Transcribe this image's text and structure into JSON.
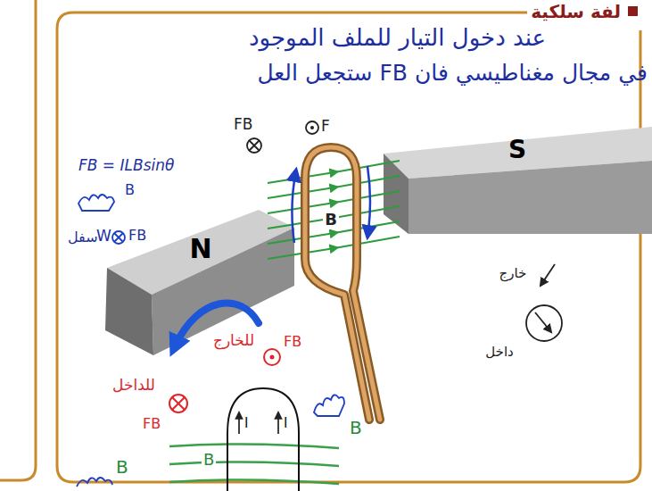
{
  "diagram": {
    "title": "لفة سلكية",
    "labels": [
      "عند دخول التيار للملف الموجود",
      "في مجال مغناطيسي فان FB ستجعل العل",
      "FB = ILBsinθ",
      "B",
      "سفل",
      "W",
      "FB",
      "FB",
      "F",
      "S",
      "N",
      "B",
      "خارج",
      "داخل",
      "للخارج",
      "FB",
      "للداخل",
      "FB",
      "I",
      "I",
      "B",
      "B",
      "B"
    ]
  }
}
